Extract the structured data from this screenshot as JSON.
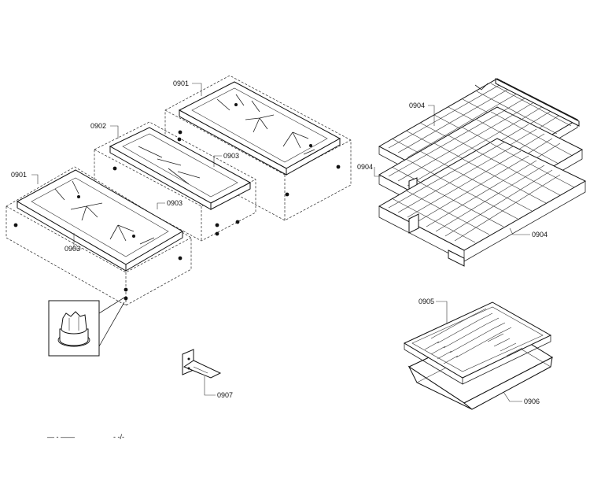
{
  "callouts": {
    "grate_right_top": "0901",
    "grate_middle": "0902",
    "foot_right": "0903",
    "grate_left": "0901",
    "foot_middle": "0903",
    "foot_left": "0903",
    "rack_top": "0904",
    "rack_left": "0904",
    "rack_bottom": "0904",
    "broil_grid": "0905",
    "broil_pan": "0906",
    "bracket": "0907"
  },
  "footer_text": {
    "left": "— - ——",
    "right": "- -/-"
  }
}
